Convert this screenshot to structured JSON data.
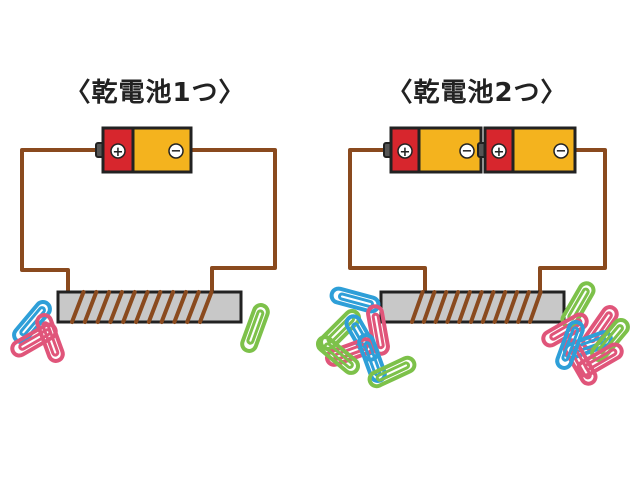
{
  "panels": [
    {
      "title": "〈乾電池1つ〉",
      "battery_count": 1,
      "clips_attracted": 4
    },
    {
      "title": "〈乾電池2つ〉",
      "battery_count": 2,
      "clips_attracted": 16
    }
  ],
  "battery": {
    "positive_symbol": "+",
    "negative_symbol": "−",
    "positive_color": "#d7262d",
    "body_color": "#f4b31e"
  },
  "colors": {
    "wire": "#8a4a1e",
    "core": "#c8c8c8",
    "clip_blue": "#2e9fd8",
    "clip_pink": "#e0557a",
    "clip_green": "#7dc14a"
  },
  "icons": [
    "battery-icon",
    "electromagnet-icon",
    "paper-clip-icon"
  ]
}
